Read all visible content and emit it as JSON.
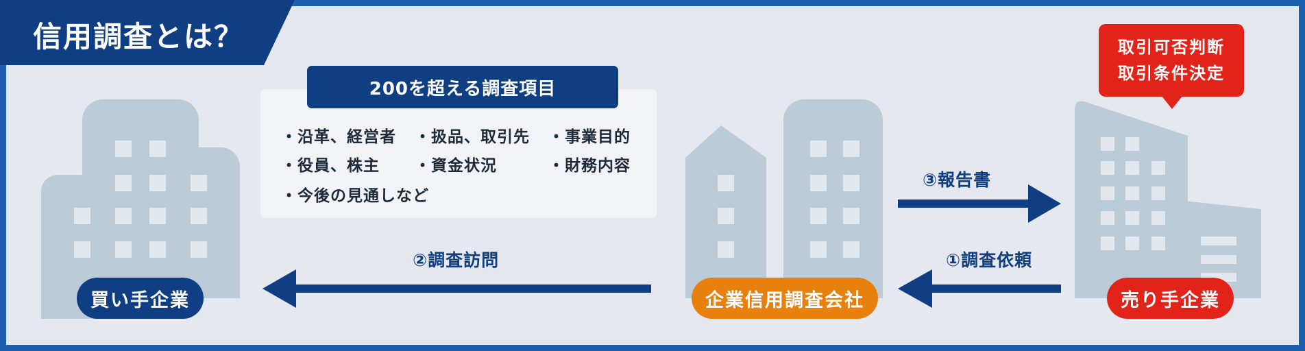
{
  "title": "信用調査とは？",
  "survey": {
    "header": "200を超える調査項目",
    "items": [
      "・沿革、経営者",
      "・扱品、取引先",
      "・事業目的",
      "・役員、株主",
      "・資金状況",
      "・財務内容",
      "・今後の見通しなど"
    ]
  },
  "nodes": {
    "buyer": "買い手企業",
    "agency": "企業信用調査会社",
    "seller": "売り手企業"
  },
  "arrows": {
    "visit": "②調査訪問",
    "report": "③報告書",
    "request": "①調査依頼"
  },
  "bubble": {
    "line1": "取引可否判断",
    "line2": "取引条件決定"
  },
  "colors": {
    "navy": "#103e82",
    "border_blue": "#1b5fae",
    "orange": "#e8800e",
    "red": "#e2231a",
    "building": "#bccbd8",
    "window": "#e3e8ee"
  }
}
